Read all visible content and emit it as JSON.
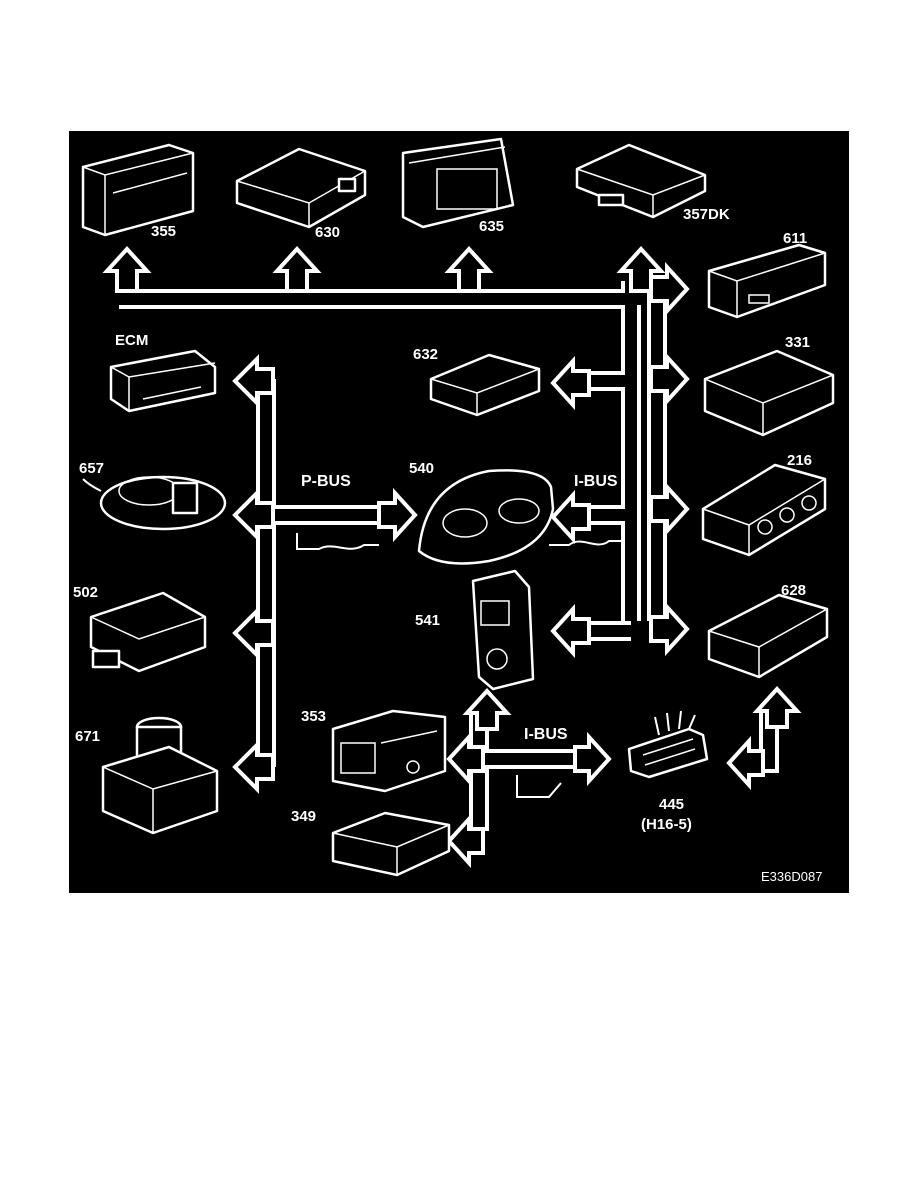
{
  "diagram": {
    "buses": {
      "p_bus": "P-BUS",
      "i_bus_upper": "I-BUS",
      "i_bus_lower": "I-BUS"
    },
    "modules": {
      "m355": "355",
      "m630": "630",
      "m635": "635",
      "m357dk": "357DK",
      "m611": "611",
      "ecm": "ECM",
      "m632": "632",
      "m331": "331",
      "m657": "657",
      "m540": "540",
      "m216": "216",
      "m502": "502",
      "m541": "541",
      "m628": "628",
      "m671": "671",
      "m353": "353",
      "m349": "349",
      "m445": "445",
      "m445_sub": "(H16-5)"
    },
    "figure_ref": "E336D087"
  }
}
